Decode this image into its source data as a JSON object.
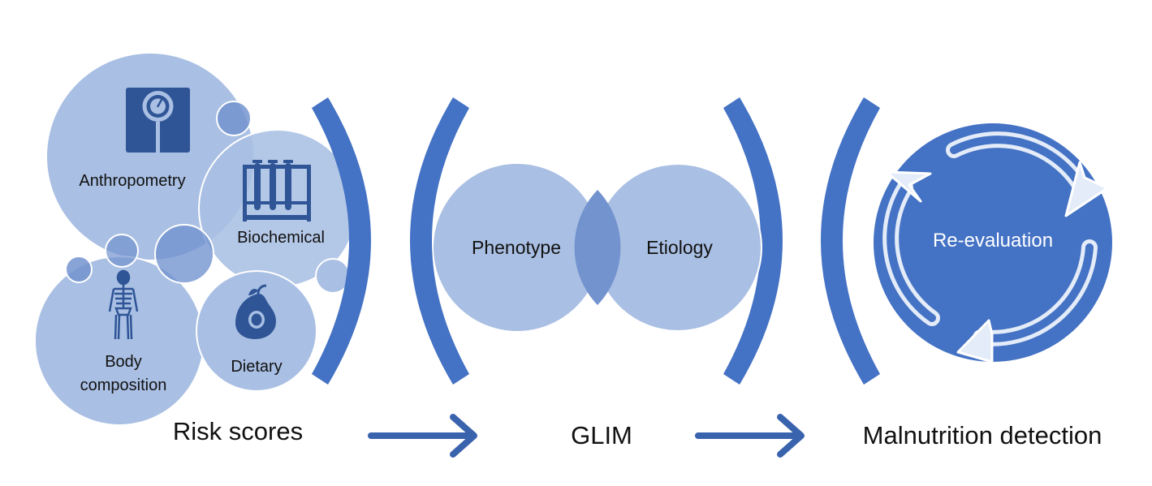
{
  "labels": {
    "anthropometry": "Anthropometry",
    "biochemical": "Biochemical",
    "body_line1": "Body",
    "body_line2": "composition",
    "dietary": "Dietary",
    "phenotype": "Phenotype",
    "etiology": "Etiology",
    "reevaluation": "Re-evaluation"
  },
  "stages": {
    "risk_scores": "Risk scores",
    "glim": "GLIM",
    "malnutrition_detection": "Malnutrition detection"
  },
  "icons": [
    "scale-icon",
    "test-tubes-icon",
    "skeleton-icon",
    "avocado-icon",
    "cycle-arrows-icon"
  ],
  "colors": {
    "light_circle": "#a9bfe3",
    "overlap": "#7393cf",
    "dark_blue": "#4472c4",
    "arrow": "#3a63ad",
    "ring": "#e3ecf8"
  }
}
